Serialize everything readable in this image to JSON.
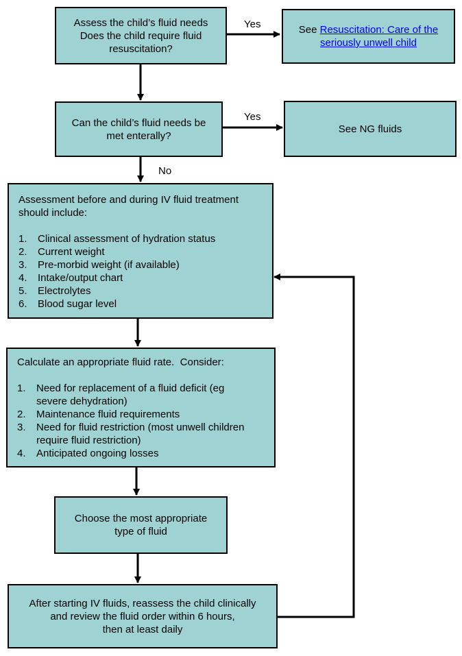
{
  "nodes": {
    "assess": {
      "lines": [
        "Assess the child’s fluid needs",
        "Does the child require fluid",
        "resuscitation?"
      ]
    },
    "resus": {
      "prefix": "See ",
      "link_lines": [
        "Resuscitation: Care of the",
        "seriously unwell child"
      ]
    },
    "enteral": {
      "lines": [
        "Can the child’s fluid needs be",
        "met enterally?"
      ]
    },
    "ng": {
      "text": "See NG fluids"
    },
    "assessment_iv": {
      "intro_lines": [
        "Assessment before and during IV fluid treatment",
        "should include:"
      ],
      "items": [
        {
          "num": "1.",
          "lines": [
            "Clinical assessment of hydration status"
          ]
        },
        {
          "num": "2.",
          "lines": [
            "Current weight"
          ]
        },
        {
          "num": "3.",
          "lines": [
            "Pre-morbid weight (if available)"
          ]
        },
        {
          "num": "4.",
          "lines": [
            "Intake/output chart"
          ]
        },
        {
          "num": "5.",
          "lines": [
            "Electrolytes"
          ]
        },
        {
          "num": "6.",
          "lines": [
            "Blood sugar level"
          ]
        }
      ]
    },
    "rate": {
      "intro": "Calculate an appropriate fluid rate.  Consider:",
      "items": [
        {
          "num": "1.",
          "lines": [
            "Need for replacement of a fluid deficit (eg",
            "severe dehydration)"
          ]
        },
        {
          "num": "2.",
          "lines": [
            "Maintenance fluid requirements"
          ]
        },
        {
          "num": "3.",
          "lines": [
            "Need for fluid restriction (most unwell children",
            "require fluid restriction)"
          ]
        },
        {
          "num": "4.",
          "lines": [
            "Anticipated ongoing losses"
          ]
        }
      ]
    },
    "type": {
      "lines": [
        "Choose the most appropriate",
        "type of fluid"
      ]
    },
    "reassess": {
      "lines": [
        "After starting IV fluids, reassess the child clinically",
        "and review the fluid order within 6 hours,",
        "then at least daily"
      ]
    }
  },
  "edges": {
    "yes_1": "Yes",
    "yes_2": "Yes",
    "no_1": "No"
  }
}
